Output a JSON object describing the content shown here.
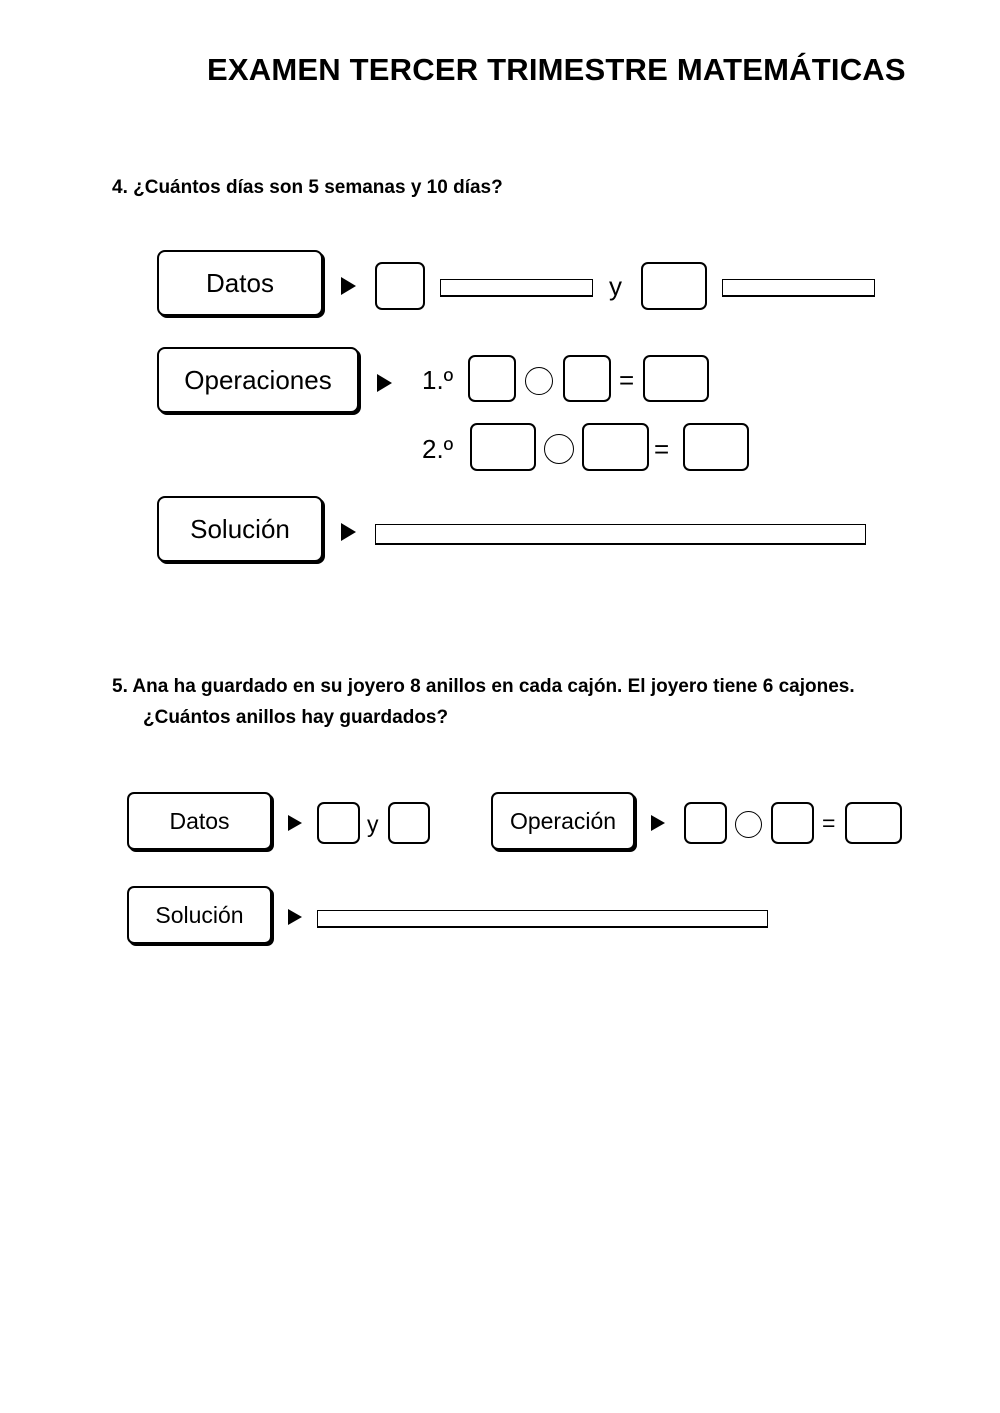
{
  "header": {
    "title": "EXAMEN TERCER TRIMESTRE MATEMÁTICAS"
  },
  "q4": {
    "question": "4.  ¿Cuántos días son 5 semanas y 10 días?",
    "datos_label": "Datos",
    "y_word": "y",
    "operaciones_label": "Operaciones",
    "op1_label": "1.º",
    "op2_label": "2.º",
    "equals": "=",
    "solucion_label": "Solución"
  },
  "q5": {
    "question_line1": "5.  Ana ha guardado en su joyero 8 anillos en cada cajón. El joyero tiene 6 cajones.",
    "question_line2": "¿Cuántos anillos hay guardados?",
    "datos_label": "Datos",
    "y_word": "y",
    "operacion_label": "Operación",
    "equals": "=",
    "solucion_label": "Solución"
  }
}
